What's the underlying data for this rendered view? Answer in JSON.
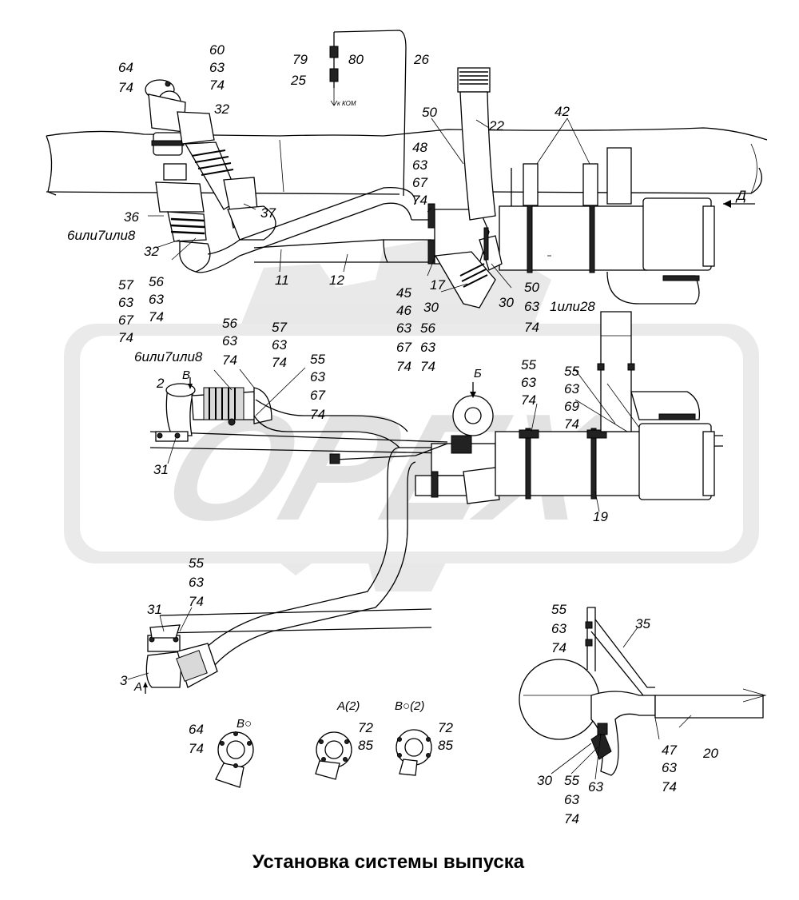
{
  "title": "Установка системы выпуска",
  "watermark": "OPEX",
  "labels": {
    "l64a": "64",
    "l74a": "74",
    "l60": "60",
    "l63a": "63",
    "l74b": "74",
    "l32a": "32",
    "l79": "79",
    "l80": "80",
    "l25": "25",
    "l26": "26",
    "lkomu": "к КОМ",
    "l50a": "50",
    "l22": "22",
    "l42": "42",
    "l48": "48",
    "l63b": "63",
    "l67a": "67",
    "l74c": "74",
    "lD": "Д",
    "l36": "36",
    "l6or7or8a": "6или7или8",
    "l37": "37",
    "l32b": "32",
    "l57a": "57",
    "l63c": "63",
    "l67b": "67",
    "l74d": "74",
    "l56a": "56",
    "l63d": "63",
    "l74e": "74",
    "l11": "11",
    "l12": "12",
    "l45": "45",
    "l46": "46",
    "l63e": "63",
    "l67c": "67",
    "l74f": "74",
    "l17": "17",
    "l30a": "30",
    "l56b": "56",
    "l63f": "63",
    "l74g": "74",
    "l30b": "30",
    "l50b": "50",
    "l63g": "63",
    "l74h": "74",
    "l1or28": "1или28",
    "l56c": "56",
    "l63h": "63",
    "l74i": "74",
    "l57b": "57",
    "l63i": "63",
    "l74j": "74",
    "l6or7or8b": "6или7или8",
    "lV": "В",
    "l2": "2",
    "l55a": "55",
    "l63j": "63",
    "l67d": "67",
    "l74k": "74",
    "lB": "Б",
    "l55b": "55",
    "l63k": "63",
    "l74l": "74",
    "l55c": "55",
    "l63l": "63",
    "l69": "69",
    "l74m": "74",
    "l31a": "31",
    "l19": "19",
    "l55d": "55",
    "l63m": "63",
    "l74n": "74",
    "l31b": "31",
    "l3": "3",
    "lA": "А",
    "l55e": "55",
    "l63n": "63",
    "l74o": "74",
    "l35": "35",
    "l64b": "64",
    "l74p": "74",
    "lVo": "В○",
    "lA2": "А(2)",
    "l72a": "72",
    "l85a": "85",
    "lVo2": "В○(2)",
    "l72b": "72",
    "l85b": "85",
    "l47": "47",
    "l63o": "63",
    "l74q": "74",
    "l20": "20",
    "l30c": "30",
    "l55f": "55",
    "l63p": "63",
    "l74r": "74",
    "l63q": "63"
  }
}
